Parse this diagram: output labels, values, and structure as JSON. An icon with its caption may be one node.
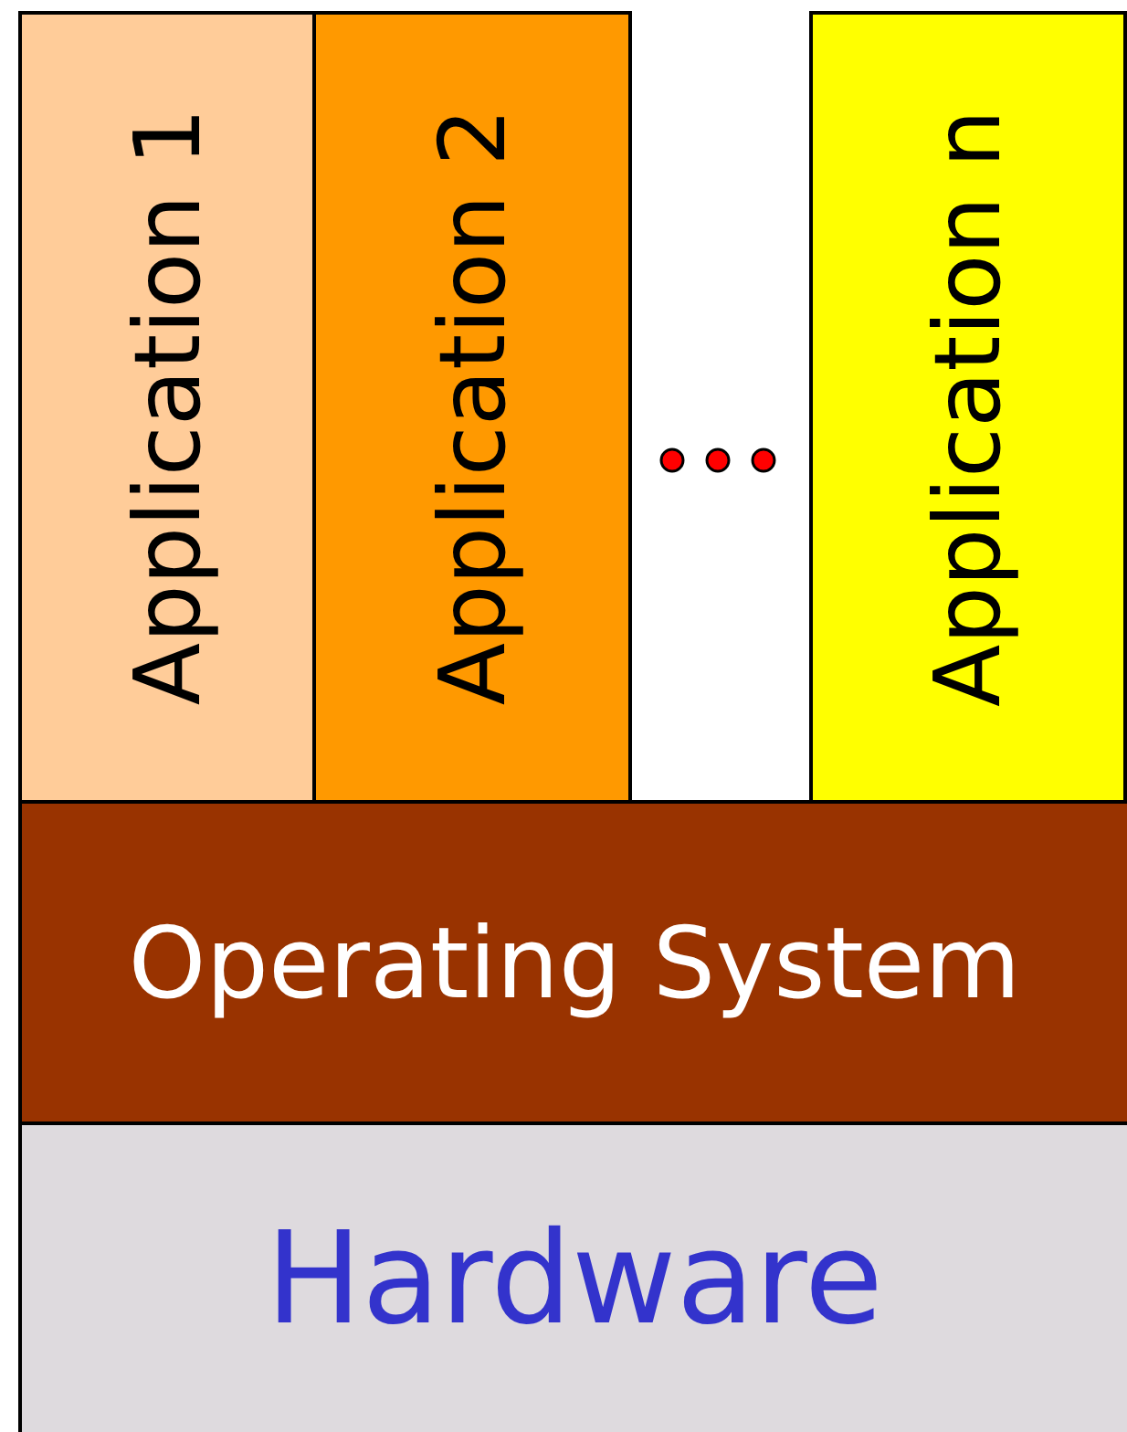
{
  "diagram": {
    "nodes": [
      {
        "text": [
          "Application 1"
        ]
      },
      {
        "text": [
          "Application 2"
        ]
      },
      {
        "text": [
          "Application n"
        ]
      },
      {
        "text": [
          "Operating System"
        ]
      },
      {
        "text": [
          "Hardware"
        ]
      }
    ]
  }
}
